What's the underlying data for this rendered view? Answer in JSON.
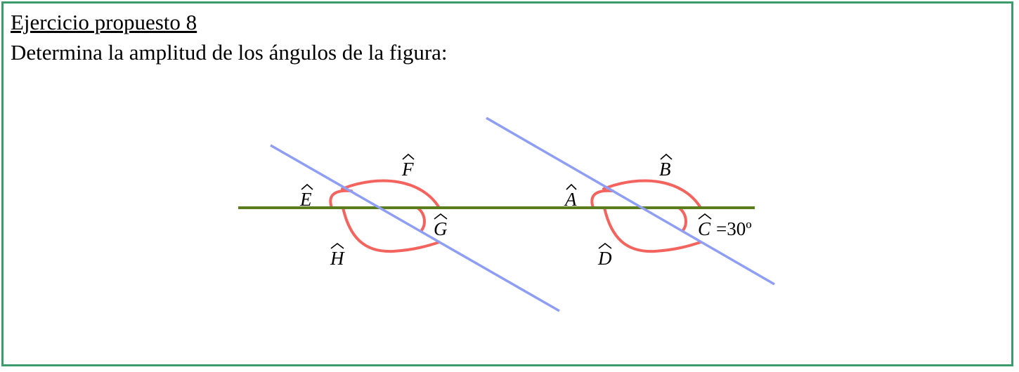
{
  "exercise": {
    "title": "Ejercicio propuesto 8",
    "prompt": "Determina la amplitud de los ángulos de la figura:"
  },
  "figure": {
    "angles": {
      "A": "A",
      "B": "B",
      "C": "C",
      "D": "D",
      "E": "E",
      "F": "F",
      "G": "G",
      "H": "H"
    },
    "given": "=30º",
    "colors": {
      "transversal": "#5a7d1e",
      "parallels": "#8f9ef5",
      "arcs": "#f4645f",
      "border": "#3c9b6b"
    }
  }
}
